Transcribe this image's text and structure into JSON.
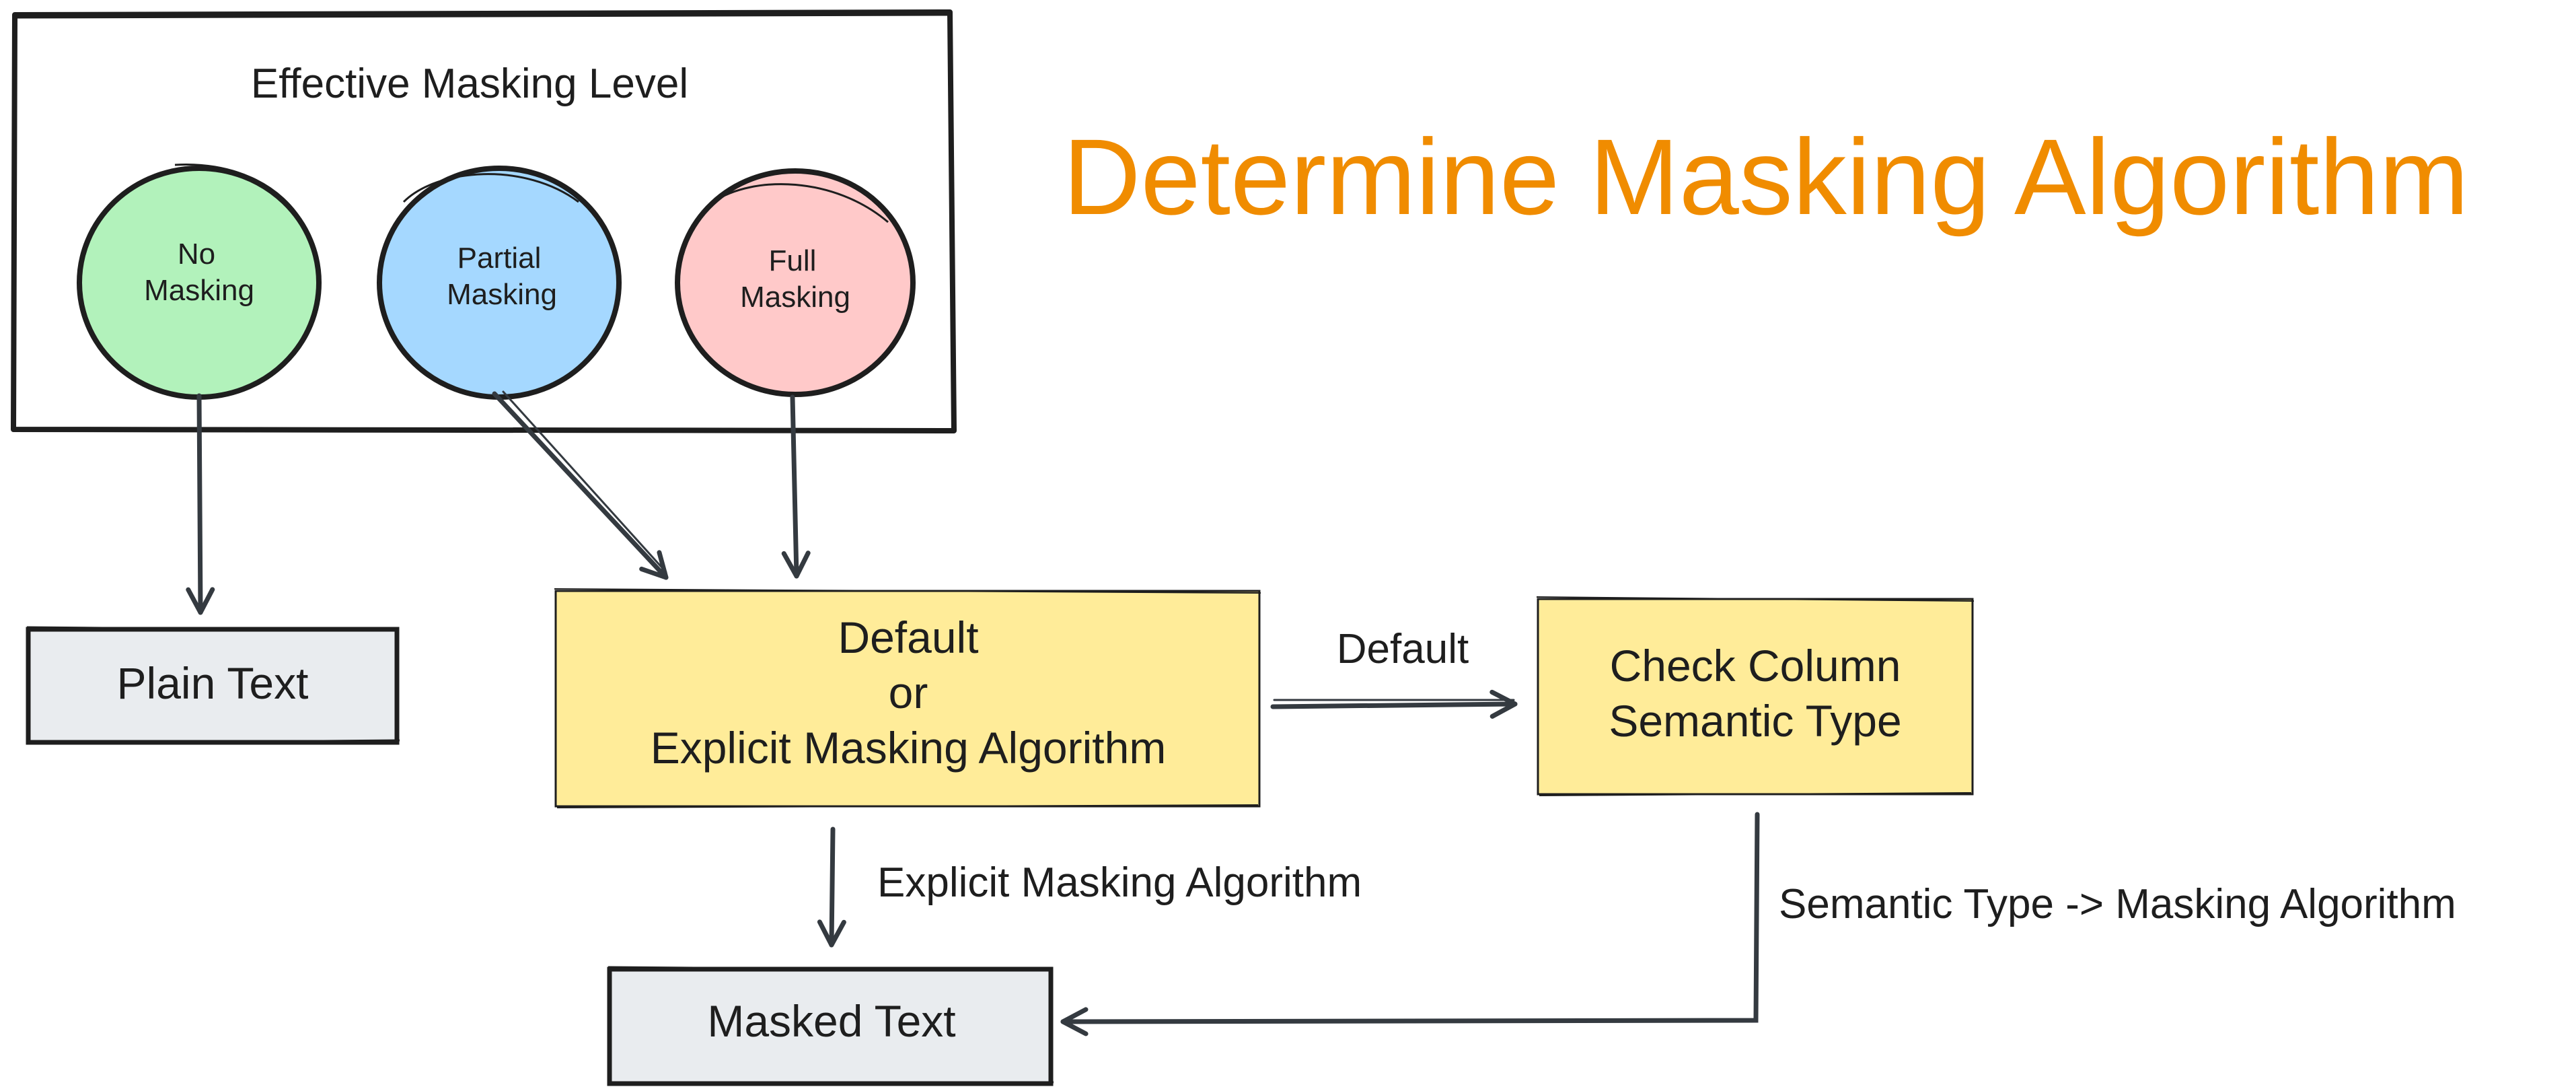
{
  "title": "Determine Masking Algorithm",
  "group": {
    "label": "Effective Masking Level",
    "levels": [
      {
        "line1": "No",
        "line2": "Masking",
        "color": "#b2f2bb"
      },
      {
        "line1": "Partial",
        "line2": "Masking",
        "color": "#a5d8ff"
      },
      {
        "line1": "Full",
        "line2": "Masking",
        "color": "#ffc9c9"
      }
    ]
  },
  "nodes": {
    "plain_text": "Plain Text",
    "algorithm": {
      "line1": "Default",
      "line2": "or",
      "line3": "Explicit Masking Algorithm"
    },
    "semantic": {
      "line1": "Check Column",
      "line2": "Semantic Type"
    },
    "masked_text": "Masked Text"
  },
  "edges": {
    "default": "Default",
    "explicit": "Explicit Masking Algorithm",
    "semantic_to_algorithm": "Semantic Type -> Masking Algorithm"
  },
  "colors": {
    "title": "#f08c00",
    "stroke": "#1e1e1e",
    "arrow": "#343a40",
    "yellow_box": "#ffec99",
    "gray_box": "#e9ecef",
    "no_masking": "#b2f2bb",
    "partial_masking": "#a5d8ff",
    "full_masking": "#ffc9c9"
  }
}
